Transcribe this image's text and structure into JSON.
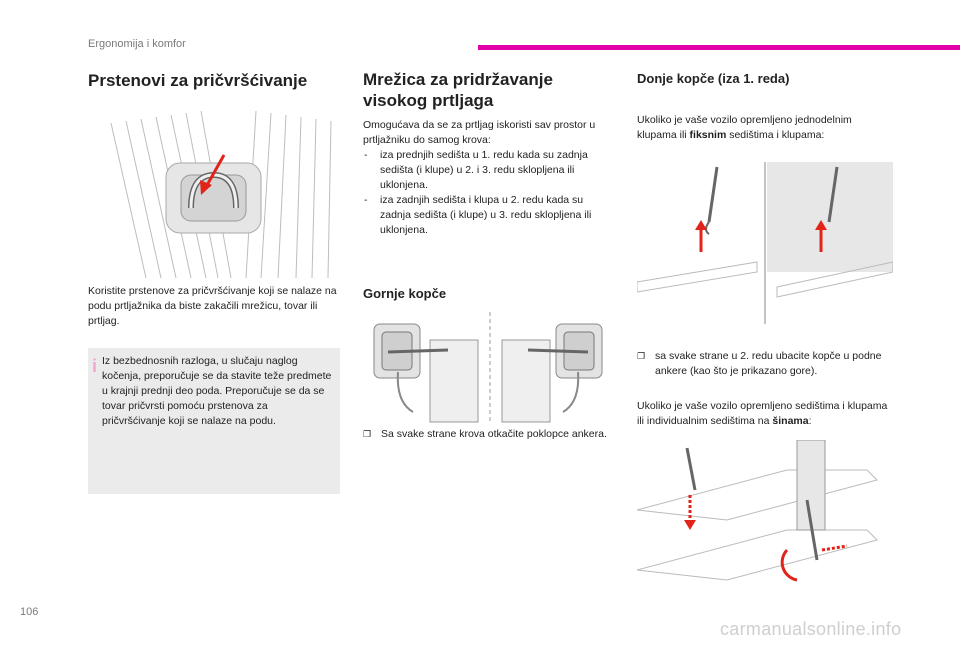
{
  "header": {
    "section": "Ergonomija i komfor",
    "accent_color": "#e400a8"
  },
  "col1": {
    "title": "Prstenovi za pričvršćivanje",
    "paragraph": "Koristite prstenove za pričvršćivanje koji se nalaze na podu prtljažnika da biste zakačili mrežicu, tovar ili prtljag.",
    "note": "Iz bezbednosnih razloga, u slučaju naglog kočenja, preporučuje se da stavite teže predmete u krajnji prednji deo poda. Preporučuje se da se tovar pričvrsti pomoću prstenova za pričvršćivanje koji se nalaze na podu."
  },
  "col2": {
    "title": "Mrežica za pridržavanje visokog prtljaga",
    "intro": "Omogućava da se za prtljag iskoristi sav prostor u prtljažniku do samog krova:",
    "items": [
      "iza prednjih sedišta u 1. redu kada su zadnja sedišta (i klupe) u 2. i 3. redu sklopljena ili uklonjena.",
      "iza zadnjih sedišta i klupa u 2. redu kada su zadnja sedišta (i klupe) u 3. redu sklopljena ili uklonjena."
    ],
    "subtitle": "Gornje kopče",
    "bullet": "Sa svake strane krova otkačite poklopce ankera."
  },
  "col3": {
    "title": "Donje kopče (iza 1. reda)",
    "p1_before": "Ukoliko je vaše vozilo opremljeno jednodelnim klupama ili ",
    "p1_bold": "fiksnim",
    "p1_after": " sedištima i klupama:",
    "bullet": "sa svake strane u 2. redu ubacite kopče u podne ankere (kao što je prikazano gore).",
    "p2_before": "Ukoliko je vaše vozilo opremljeno sedištima i klupama ili individualnim sedištima na ",
    "p2_bold": "šinama",
    "p2_after": ":"
  },
  "footer": {
    "page_number": "106",
    "watermark": "carmanualsonline.info"
  },
  "colors": {
    "arrow_red": "#e2231a",
    "note_bg": "#ebebeb",
    "info_icon": "#f0a8cf"
  }
}
